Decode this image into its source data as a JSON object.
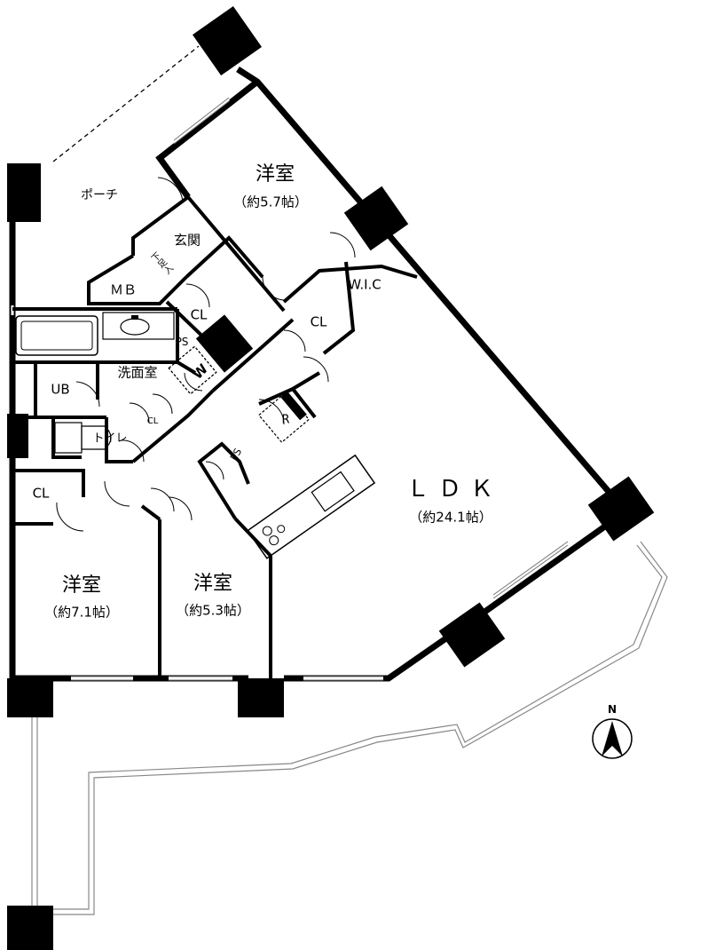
{
  "rooms": {
    "bedroom_north": {
      "name": "洋室",
      "area": "（約5.7帖）"
    },
    "bedroom_west": {
      "name": "洋室",
      "area": "（約7.1帖）"
    },
    "bedroom_center": {
      "name": "洋室",
      "area": "（約5.3帖）"
    },
    "ldk": {
      "name": "ＬＤＫ",
      "area": "（約24.1帖）"
    }
  },
  "labels": {
    "porch": "ポーチ",
    "entrance": "玄関",
    "shoe_storage": "下足入",
    "mb": "ＭＢ",
    "cl": "CL",
    "wic": "W.I.C",
    "ps": "PS",
    "washroom": "洗面室",
    "washer": "W",
    "ub": "UB",
    "toilet": "トイレ",
    "refrigerator": "R"
  },
  "compass": {
    "north": "N"
  },
  "colors": {
    "wall": "#000000",
    "background": "#ffffff",
    "glass": "#777777"
  }
}
